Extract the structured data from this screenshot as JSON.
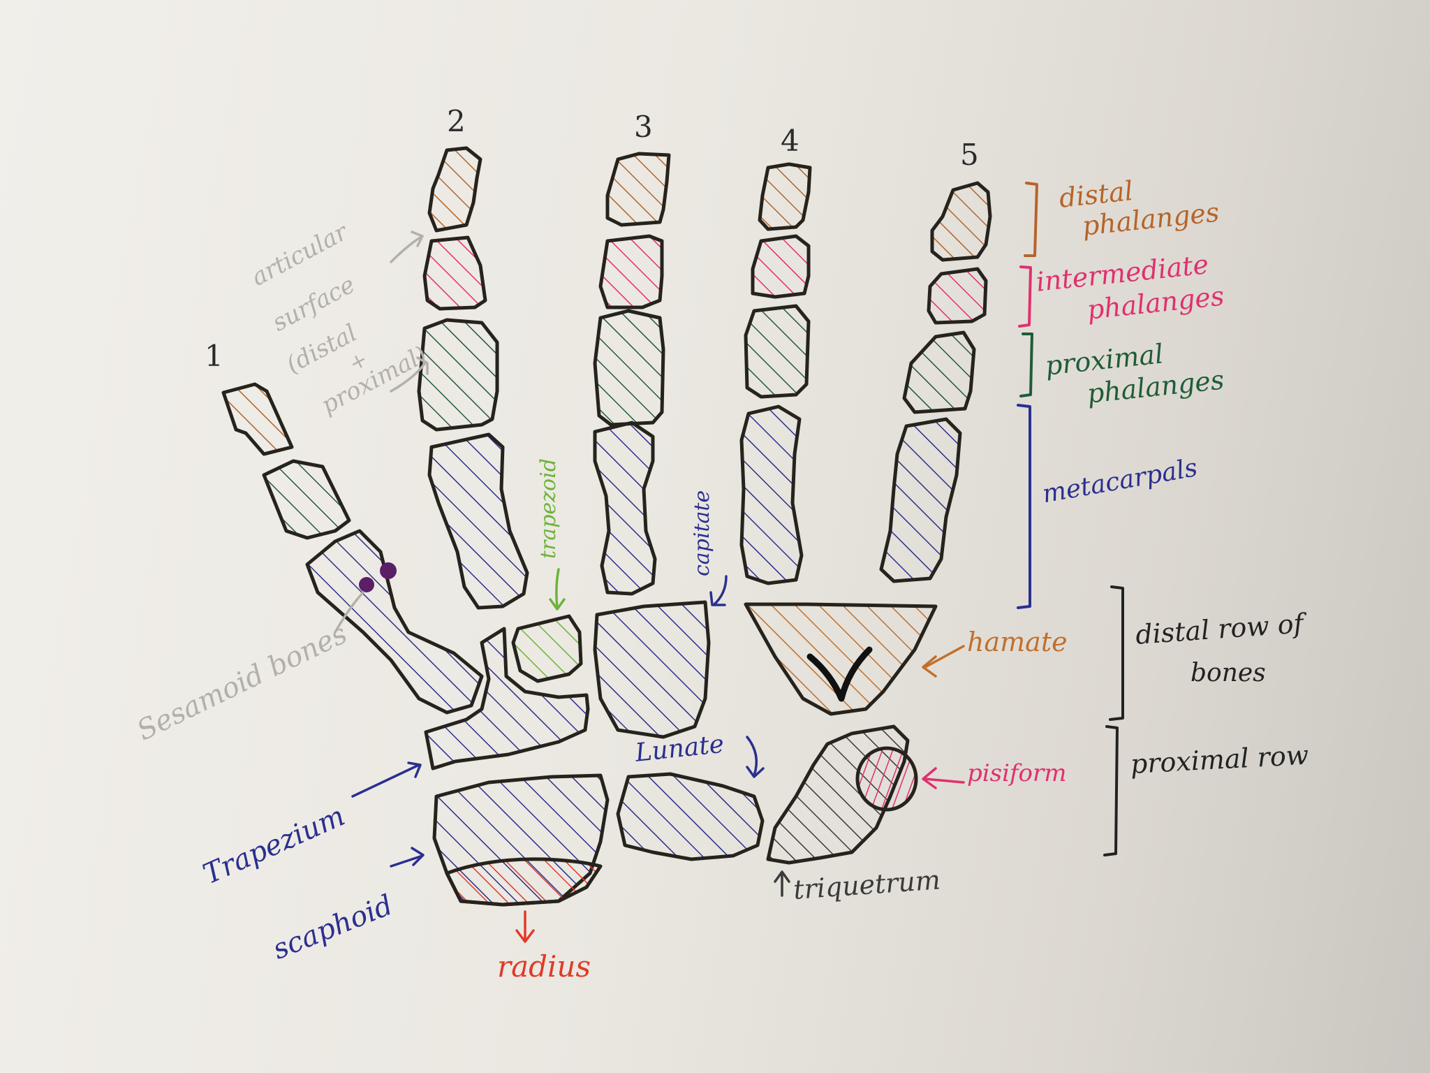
{
  "colors": {
    "outline": "#26231d",
    "distal": "#b5642a",
    "intermediate": "#e0306e",
    "proximal": "#1f5c36",
    "metacarpal": "#2a2f8f",
    "trapezoid": "#6cb33a",
    "hamate": "#c0702c",
    "pisiform": "#e0306e",
    "triquetrum": "#3a3a3a",
    "radius": "#e03a2a",
    "faded": "#b3b0aa",
    "sesamoid_dot": "#5a1f66",
    "row_label": "#222222"
  },
  "finger_numbers": [
    "1",
    "2",
    "3",
    "4",
    "5"
  ],
  "labels": {
    "articular": [
      "articular",
      "surface",
      "(distal",
      "+",
      "proximal)"
    ],
    "sesamoid": "Sesamoid bones",
    "trapezoid": "trapezoid",
    "capitate": "capitate",
    "hamate": "hamate",
    "lunate": "Lunate",
    "pisiform": "pisiform",
    "triquetrum": "triquetrum",
    "trapezium": "Trapezium",
    "scaphoid": "scaphoid",
    "radius": "radius"
  },
  "legend": {
    "distal_phalanges": [
      "distal",
      "phalanges"
    ],
    "intermediate_phalanges": [
      "intermediate",
      "phalanges"
    ],
    "proximal_phalanges": [
      "proximal",
      "phalanges"
    ],
    "metacarpals": "metacarpals",
    "distal_row": [
      "distal row of",
      "bones"
    ],
    "proximal_row": "proximal row"
  }
}
